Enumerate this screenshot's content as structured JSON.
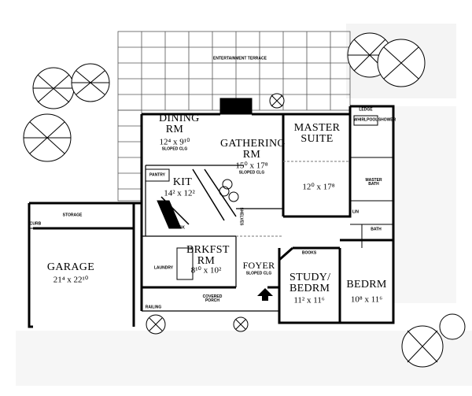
{
  "rooms": {
    "terrace": "ENTERTAINMENT TERRACE",
    "dining": {
      "name": "DINING RM",
      "dims": "12⁴ x 9¹⁰",
      "note": "SLOPED CLG"
    },
    "gathering": {
      "name": "GATHERING RM",
      "dims": "15⁰ x 17⁸",
      "note": "SLOPED CLG"
    },
    "master": {
      "name": "MASTER SUITE",
      "dims": "12⁰ x 17⁸"
    },
    "master_bath": "MASTER BATH",
    "whirlpool": "WHIRLPOOL",
    "ledge": "LEDGE",
    "shower": "SHOWER",
    "kitchen": {
      "name": "KIT",
      "dims": "14² x 12²"
    },
    "pantry": "PANTRY",
    "desk": "DESK",
    "brkfst": {
      "name": "BRKFST RM",
      "dims": "8¹⁰ x 10²"
    },
    "laundry": "LAUNDRY",
    "foyer": {
      "name": "FOYER",
      "note": "SLOPED CLG"
    },
    "study": {
      "name": "STUDY/ BEDRM",
      "dims": "11² x 11⁶"
    },
    "bedrm": {
      "name": "BEDRM",
      "dims": "10⁸ x 11⁶"
    },
    "bath": "BATH",
    "lin": "LIN",
    "books": "BOOKS",
    "garage": {
      "name": "GARAGE",
      "dims": "21⁴ x 22¹⁰"
    },
    "storage": "STORAGE",
    "curb": "CURB",
    "porch": "COVERED PORCH",
    "railing": "RAILING",
    "shelves": "SHELVES"
  }
}
